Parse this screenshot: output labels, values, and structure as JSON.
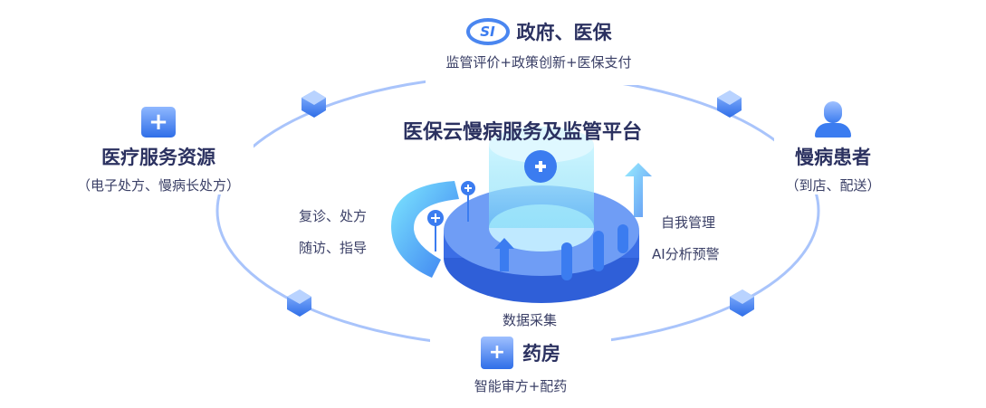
{
  "center": {
    "title": "医保云慢病服务及监管平台"
  },
  "top": {
    "logo": "SI",
    "title": "政府、医保",
    "subtitle": "监管评价+政策创新+医保支付"
  },
  "left": {
    "title": "医疗服务资源",
    "subtitle": "（电子处方、慢病长处方）"
  },
  "right": {
    "title": "慢病患者",
    "subtitle": "（到店、配送）"
  },
  "bottom": {
    "title": "药房",
    "subtitle": "智能审方+配药"
  },
  "inner_labels": {
    "left1": "复诊、处方",
    "left2": "随访、指导",
    "right1": "自我管理",
    "right2": "AI分析预警",
    "bottom": "数据采集"
  },
  "colors": {
    "accent": "#3b7cf0",
    "ring": "#a9c4fb",
    "text": "#2b3160"
  }
}
